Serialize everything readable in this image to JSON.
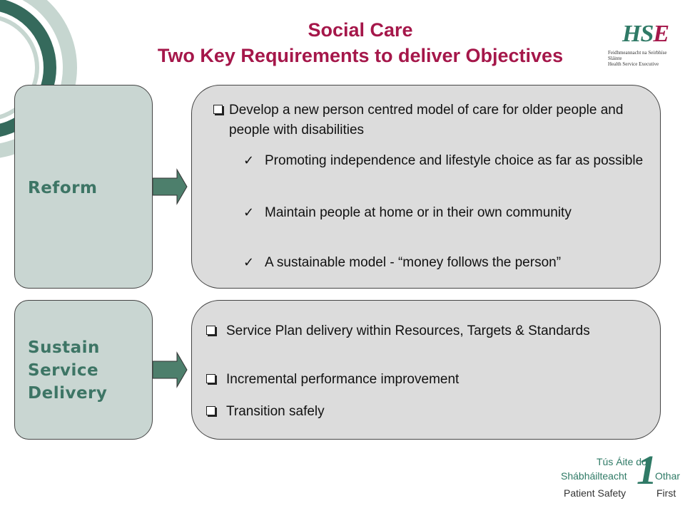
{
  "title": {
    "line1": "Social Care",
    "line2": "Two Key Requirements to deliver Objectives"
  },
  "colors": {
    "title": "#a5174a",
    "label_fill": "#c9d6d2",
    "label_text": "#3d7565",
    "content_fill": "#dcdcdc",
    "arrow": "#4d7f6c",
    "decor_dark": "#356a5c",
    "decor_light": "#c6d6d0"
  },
  "logo": {
    "mark": "HSE",
    "subtitle_line1": "Feidhmeannacht na Seirbhíse Sláinte",
    "subtitle_line2": "Health Service Executive"
  },
  "reform": {
    "label": "Reform",
    "main_item": "Develop a new person centred model of care for older people and people with disabilities",
    "sub_items": [
      "Promoting independence and lifestyle choice as far as possible",
      "Maintain people at home or in their own community",
      "A sustainable model - “money follows the person”"
    ]
  },
  "sustain": {
    "label_lines": [
      "Sustain",
      "Service",
      "Delivery"
    ],
    "items": [
      "Service Plan delivery within Resources, Targets & Standards",
      "Incremental performance improvement",
      "Transition safely"
    ]
  },
  "footer_logo": {
    "line1": "Tús Áite do",
    "line2a": "Shábháilteacht",
    "line2b": "Othar",
    "line3a": "Patient Safety",
    "line3b": "First",
    "numeral": "1"
  }
}
